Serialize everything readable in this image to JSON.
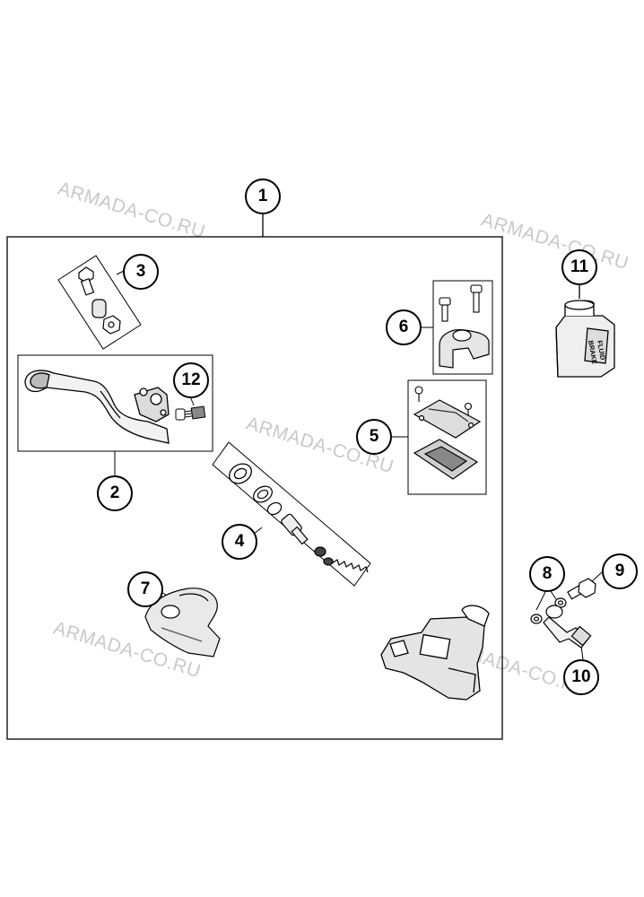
{
  "watermark": "ARMADA-CO.RU",
  "callouts": {
    "c1": "1",
    "c2": "2",
    "c3": "3",
    "c4": "4",
    "c5": "5",
    "c6": "6",
    "c7": "7",
    "c8": "8",
    "c9": "9",
    "c10": "10",
    "c11": "11",
    "c12": "12"
  },
  "bottle_label_line1": "BRAKE",
  "bottle_label_line2": "FLUID"
}
